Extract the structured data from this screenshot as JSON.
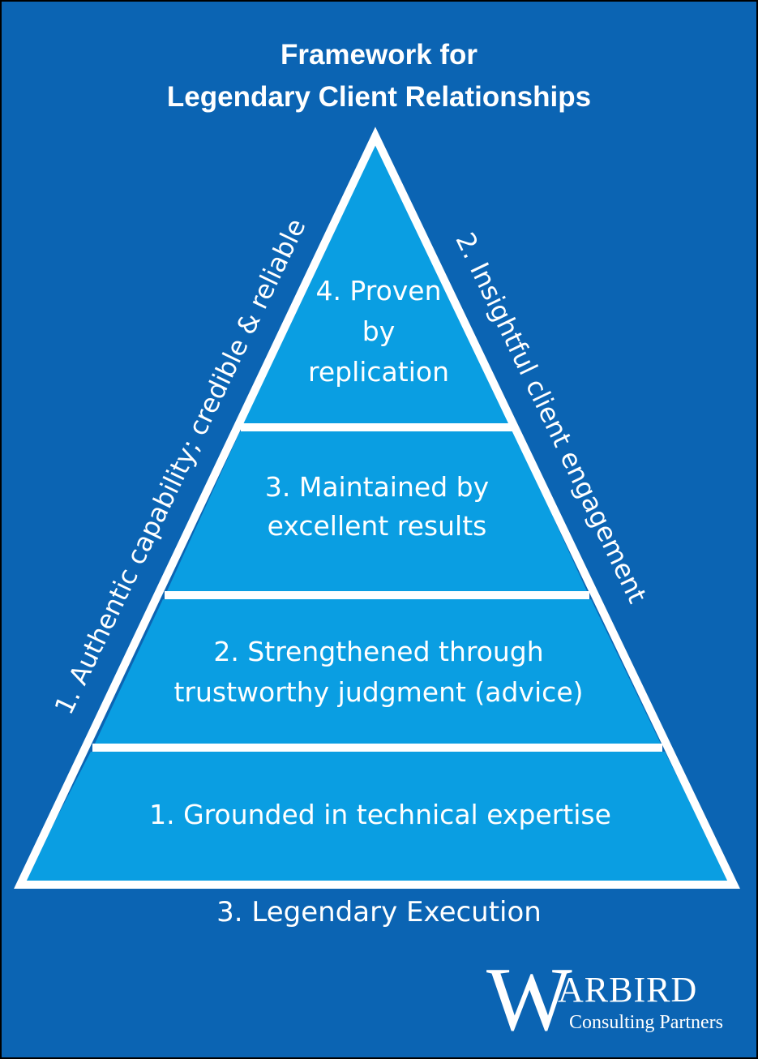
{
  "title": {
    "line1": "Framework for",
    "line2": "Legendary Client Relationships"
  },
  "tiers": [
    {
      "lines": [
        "4. Proven",
        "by",
        "replication"
      ]
    },
    {
      "lines": [
        "3. Maintained by",
        "excellent results"
      ]
    },
    {
      "lines": [
        "2. Strengthened through",
        "trustworthy judgment (advice)"
      ]
    },
    {
      "lines": [
        "1. Grounded in technical expertise"
      ]
    }
  ],
  "sides": {
    "left": "1. Authentic capability; credible & reliable",
    "right": "2. Insightful client engagement",
    "bottom": "3. Legendary Execution"
  },
  "logo": {
    "initial": "W",
    "rest": "ARBIRD",
    "subtitle": "Consulting Partners"
  },
  "colors": {
    "background": "#0b64b3",
    "tier_fill": "#0a9ee2",
    "outline": "#ffffff"
  }
}
